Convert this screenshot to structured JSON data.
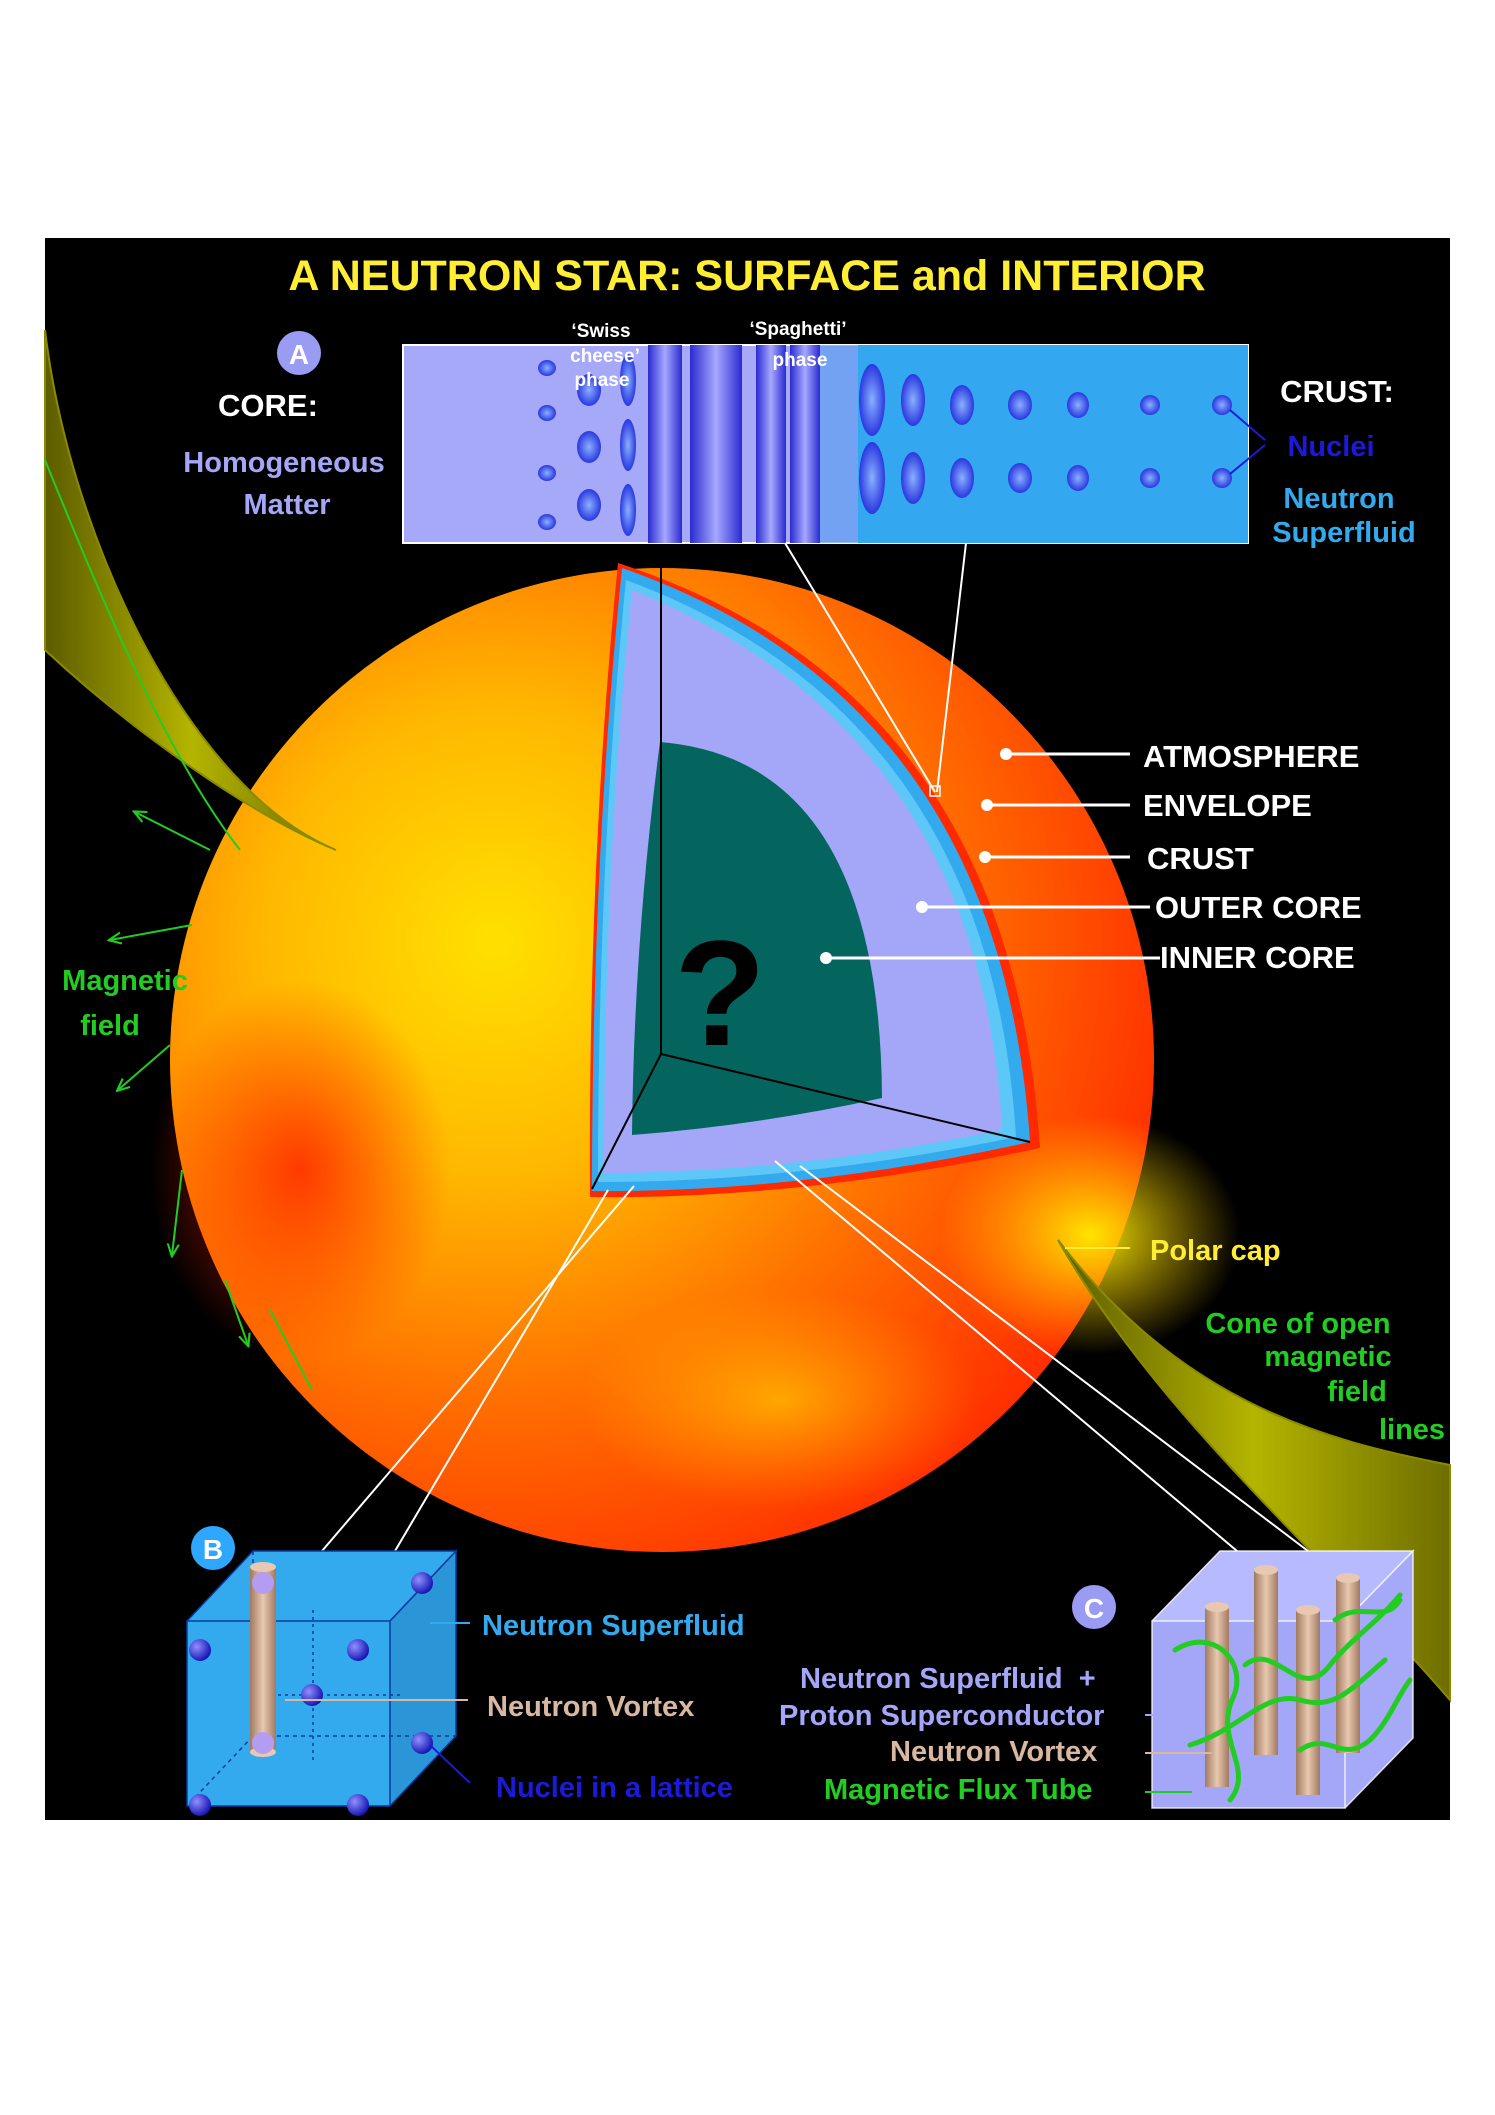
{
  "title": "A NEUTRON STAR:  SURFACE and INTERIOR",
  "colors": {
    "background": "#000000",
    "page": "#ffffff",
    "title": "#ffee33",
    "white_label": "#ffffff",
    "lavender": "#a4a6f8",
    "cyan": "#33aaee",
    "blue": "#1a1ad8",
    "green": "#22cc22",
    "tan": "#d8b8a0",
    "yellow": "#ffee33",
    "inner_core": "#04655f",
    "badge": "#9a9cf4"
  },
  "panel_a": {
    "badge": "A",
    "core_title": "CORE:",
    "core_desc_line1": "Homogeneous",
    "core_desc_line2": "Matter",
    "swiss_line1": "‘Swiss",
    "swiss_line2": "cheese’",
    "swiss_line3": "phase",
    "spaghetti_line1": "‘Spaghetti’",
    "spaghetti_line2": "phase",
    "crust_title": "CRUST:",
    "nuclei": "Nuclei",
    "neutron_line1": "Neutron",
    "neutron_line2": "Superfluid"
  },
  "layers": {
    "atmosphere": "ATMOSPHERE",
    "envelope": "ENVELOPE",
    "crust": "CRUST",
    "outer_core": "OUTER CORE",
    "inner_core": "INNER CORE",
    "unknown_mark": "?"
  },
  "field": {
    "magnetic_line1": "Magnetic",
    "magnetic_line2": "field",
    "polar_cap": "Polar cap",
    "cone_line1": "Cone of open",
    "cone_line2": "magnetic",
    "cone_line3": "field",
    "cone_line4": "lines"
  },
  "panel_b": {
    "badge": "B",
    "neutron_superfluid": "Neutron Superfluid",
    "neutron_vortex": "Neutron Vortex",
    "nuclei_lattice": "Nuclei in a lattice"
  },
  "panel_c": {
    "badge": "C",
    "line1": "Neutron Superfluid  +",
    "line2": "Proton Superconductor",
    "neutron_vortex": "Neutron Vortex",
    "flux_tube": "Magnetic Flux Tube"
  }
}
